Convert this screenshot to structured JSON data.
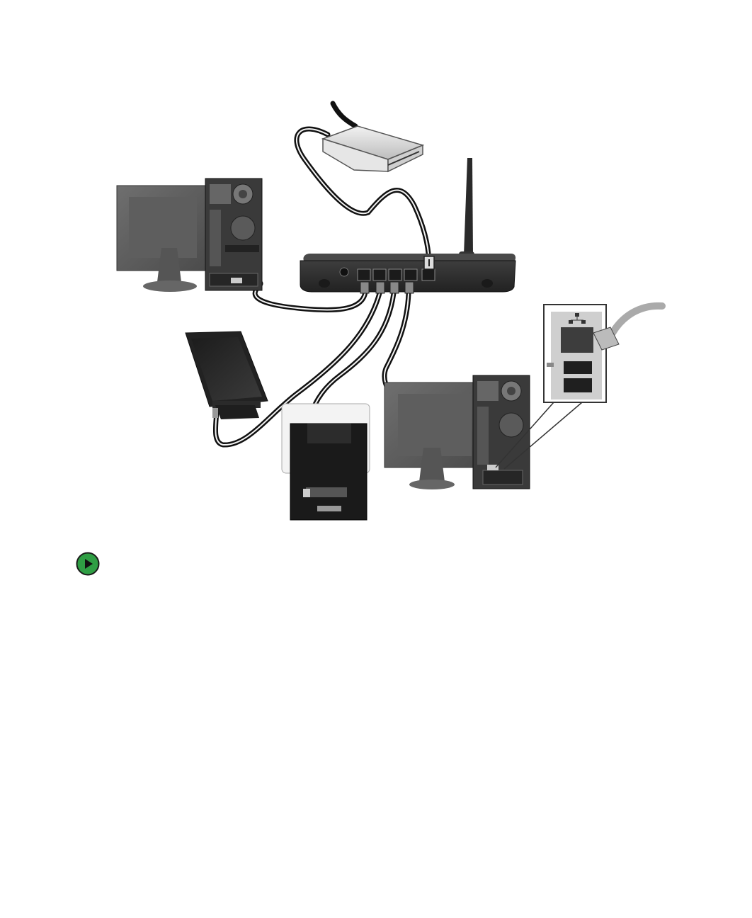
{
  "diagram": {
    "devices": [
      {
        "name": "broadband-modem",
        "kind": "modem"
      },
      {
        "name": "wireless-router",
        "kind": "router",
        "lan_ports": 4,
        "wan_ports": 1
      },
      {
        "name": "desktop-computer-left",
        "kind": "desktop"
      },
      {
        "name": "tablet-pc",
        "kind": "tablet"
      },
      {
        "name": "all-in-one-computer",
        "kind": "all-in-one"
      },
      {
        "name": "desktop-computer-right",
        "kind": "desktop"
      }
    ],
    "connections": [
      {
        "from": "wall",
        "to": "broadband-modem"
      },
      {
        "from": "broadband-modem",
        "to": "wireless-router",
        "port": "wan"
      },
      {
        "from": "wireless-router",
        "port": "lan-1",
        "to": "desktop-computer-left"
      },
      {
        "from": "wireless-router",
        "port": "lan-2",
        "to": "tablet-pc"
      },
      {
        "from": "wireless-router",
        "port": "lan-3",
        "to": "all-in-one-computer"
      },
      {
        "from": "wireless-router",
        "port": "lan-4",
        "to": "desktop-computer-right"
      }
    ],
    "callout": {
      "shows": "network-jack-detail",
      "icon": "network-icon"
    }
  },
  "navigation": {
    "icon": "play-arrow-icon",
    "color": "#2f9e44"
  }
}
